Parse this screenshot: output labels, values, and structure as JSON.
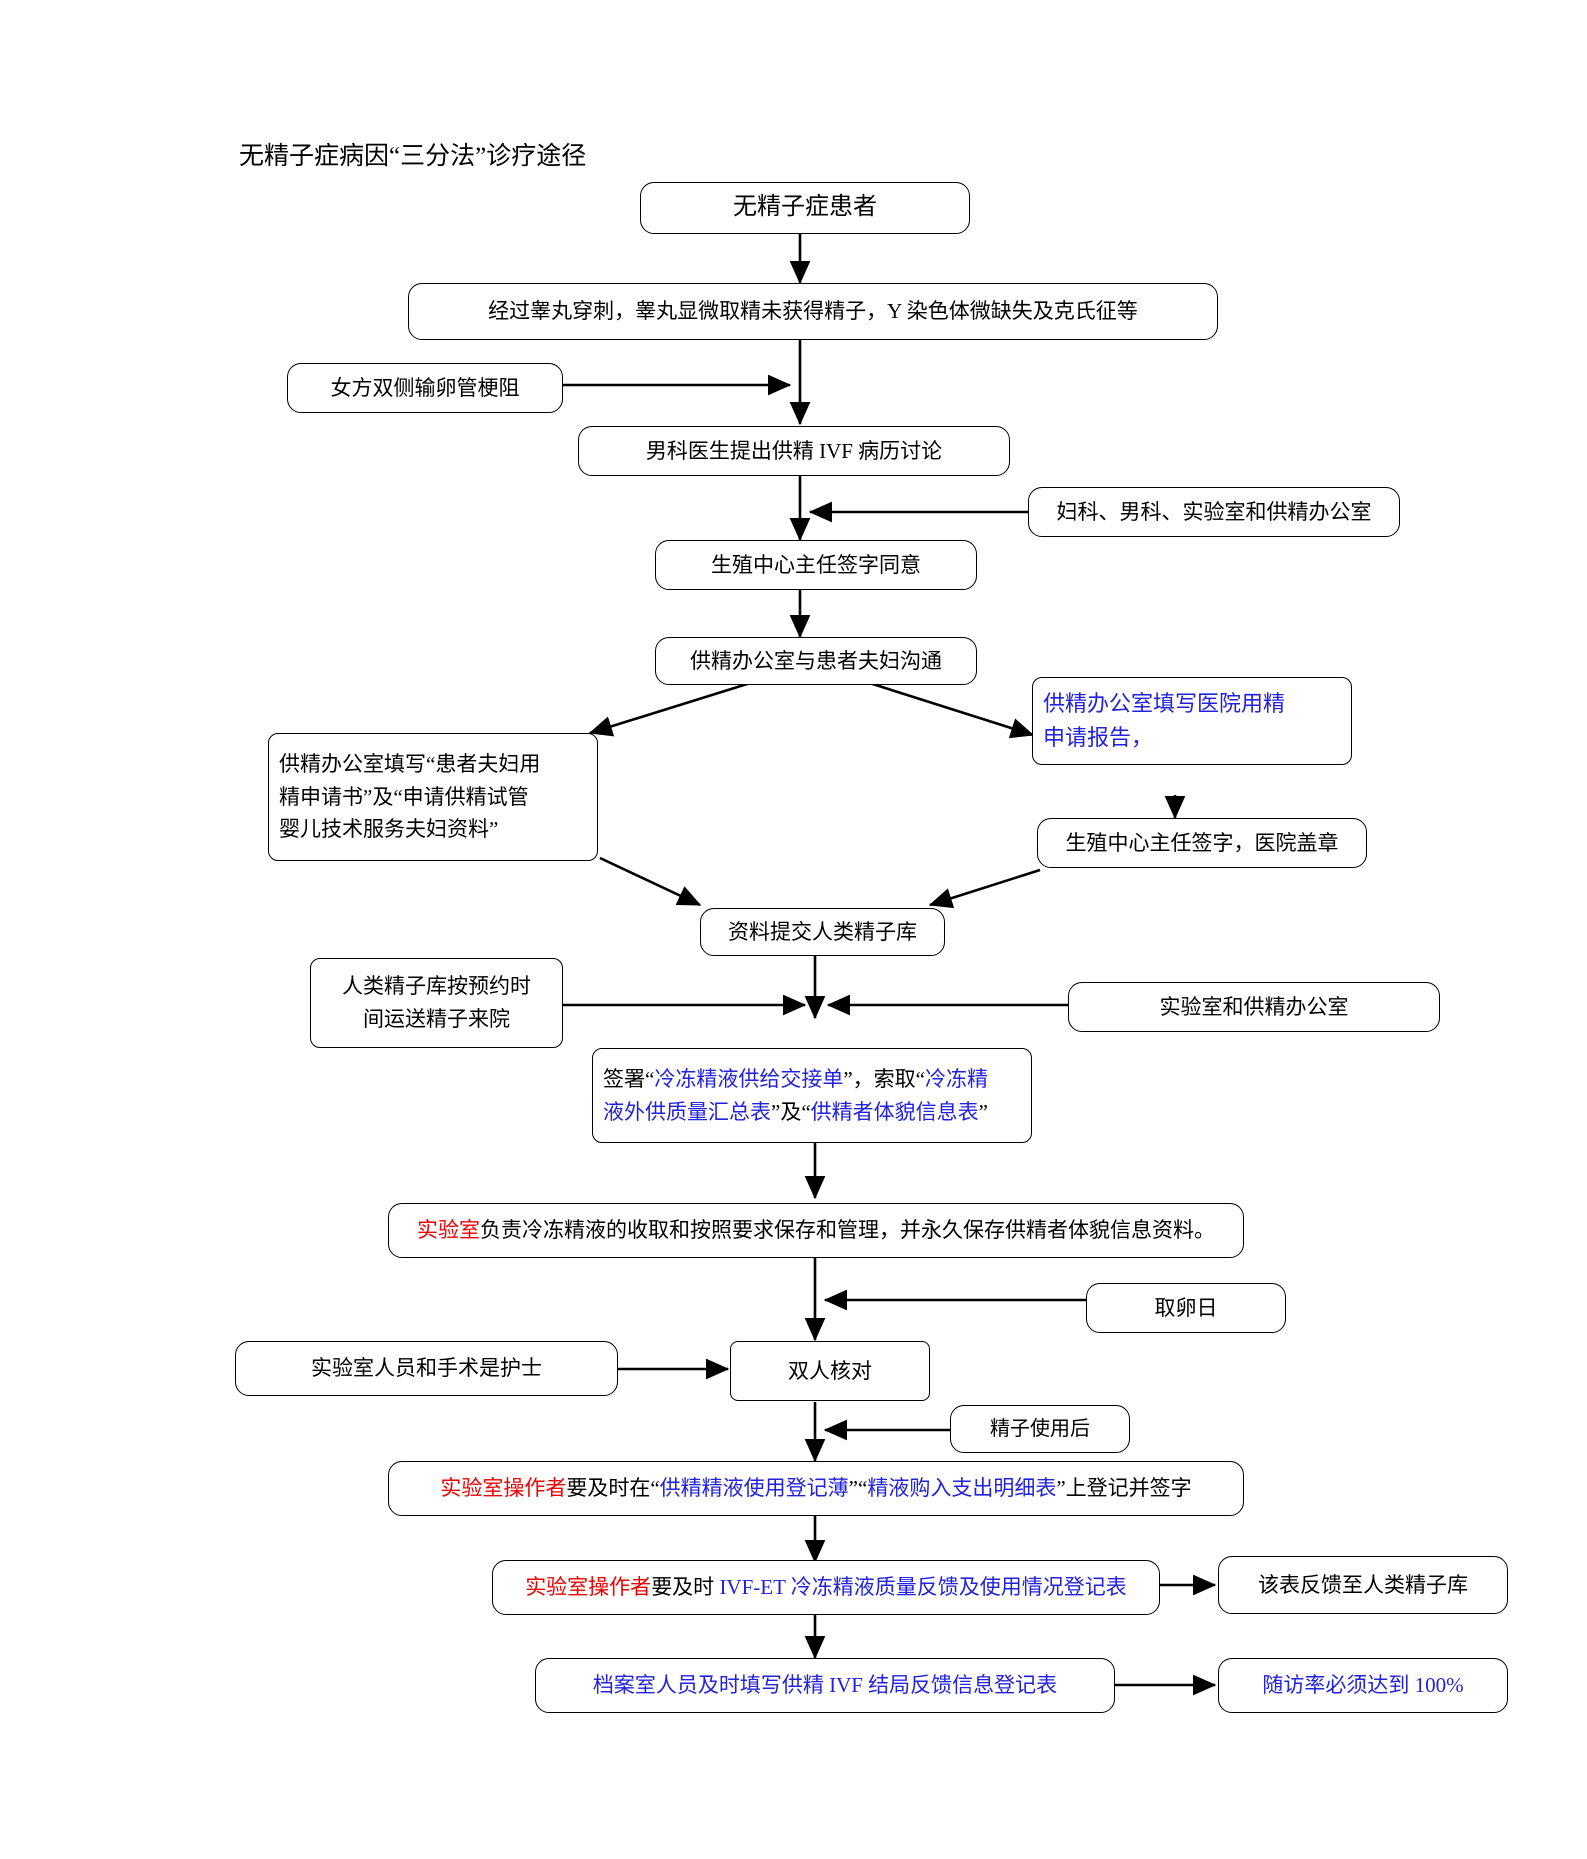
{
  "title": "无精子症病因“三分法”诊疗途径",
  "colors": {
    "line": "#000000",
    "blue_text": "#2222dd",
    "red_text": "#ee0000",
    "box_fill": "#ffffff"
  },
  "nodes": {
    "patient": {
      "label": "无精子症患者"
    },
    "exam": {
      "label": "经过睾丸穿刺，睾丸显微取精未获得精子，Y 染色体微缺失及克氏征等"
    },
    "female_tubal": {
      "label": "女方双侧输卵管梗阻"
    },
    "case_discussion": {
      "label": "男科医生提出供精 IVF 病历讨论"
    },
    "departments": {
      "label": "妇科、男科、实验室和供精办公室"
    },
    "director_sign": {
      "label": "生殖中心主任签字同意"
    },
    "office_couple": {
      "label": "供精办公室与患者夫妇沟通"
    },
    "hospital_report": {
      "label": "供精办公室填写医院用精\n申请报告，"
    },
    "couple_forms": {
      "line1": "供精办公室填写“患者夫妇用",
      "line2": "精申请书”及“申请供精试管",
      "line3": "婴儿技术服务夫妇资料”"
    },
    "director_stamp": {
      "label": "生殖中心主任签字，医院盖章"
    },
    "submit_bank": {
      "label": "资料提交人类精子库"
    },
    "bank_transport": {
      "label": "人类精子库按预约时\n间运送精子来院"
    },
    "lab_office": {
      "label": "实验室和供精办公室"
    },
    "sign_forms": {
      "p1": "签署“",
      "b1": "冷冻精液供给交接单",
      "p2": "”，索取“",
      "b2": "冷冻精",
      "b3": "液外供质量汇总表",
      "p3": "”及“",
      "b4": "供精者体貌信息表",
      "p4": "”"
    },
    "lab_storage": {
      "red": "实验室",
      "rest": "负责冷冻精液的收取和按照要求保存和管理，并永久保存供精者体貌信息资料。"
    },
    "oocyte_day": {
      "label": "取卵日"
    },
    "lab_staff_nurse": {
      "label": "实验室人员和手术是护士"
    },
    "double_check": {
      "label": "双人核对"
    },
    "after_use": {
      "label": "精子使用后"
    },
    "register_books": {
      "red": "实验室操作者",
      "p1": "要及时在“",
      "b1": "供精精液使用登记薄",
      "p2": "”“",
      "b2": "精液购入支出明细表",
      "p3": "”上登记并签字"
    },
    "quality_feedback": {
      "red": "实验室操作者",
      "p1": "要及时 ",
      "b1": "IVF-ET 冷冻精液质量反馈及使用情况登记表"
    },
    "feedback_to_bank": {
      "label": "该表反馈至人类精子库"
    },
    "archive_form": {
      "label": "档案室人员及时填写供精 IVF 结局反馈信息登记表"
    },
    "followup_rate": {
      "label": "随访率必须达到 100%"
    }
  },
  "edges": [
    {
      "name": "patient-to-exam",
      "from": "patient",
      "to": "exam"
    },
    {
      "name": "exam-to-case-discussion",
      "from": "exam",
      "to": "case_discussion"
    },
    {
      "name": "female-tubal-to-trunk",
      "from": "female_tubal",
      "to": "case_discussion"
    },
    {
      "name": "case-discussion-to-director-sign",
      "from": "case_discussion",
      "to": "director_sign"
    },
    {
      "name": "departments-to-trunk",
      "from": "departments",
      "to": "director_sign"
    },
    {
      "name": "director-sign-to-office-couple",
      "from": "director_sign",
      "to": "office_couple"
    },
    {
      "name": "office-couple-to-couple-forms",
      "from": "office_couple",
      "to": "couple_forms"
    },
    {
      "name": "office-couple-to-hospital-report",
      "from": "office_couple",
      "to": "hospital_report"
    },
    {
      "name": "hospital-report-to-director-stamp",
      "from": "hospital_report",
      "to": "director_stamp"
    },
    {
      "name": "couple-forms-to-submit-bank",
      "from": "couple_forms",
      "to": "submit_bank"
    },
    {
      "name": "director-stamp-to-submit-bank",
      "from": "director_stamp",
      "to": "submit_bank"
    },
    {
      "name": "submit-bank-to-sign-forms",
      "from": "submit_bank",
      "to": "sign_forms"
    },
    {
      "name": "bank-transport-to-trunk",
      "from": "bank_transport",
      "to": "sign_forms"
    },
    {
      "name": "lab-office-to-trunk",
      "from": "lab_office",
      "to": "sign_forms"
    },
    {
      "name": "sign-forms-to-lab-storage",
      "from": "sign_forms",
      "to": "lab_storage"
    },
    {
      "name": "lab-storage-to-double-check",
      "from": "lab_storage",
      "to": "double_check"
    },
    {
      "name": "oocyte-day-to-double-check",
      "from": "oocyte_day",
      "to": "double_check"
    },
    {
      "name": "lab-staff-to-double-check",
      "from": "lab_staff_nurse",
      "to": "double_check"
    },
    {
      "name": "after-use-to-trunk",
      "from": "after_use",
      "to": "register_books"
    },
    {
      "name": "double-check-to-register-books",
      "from": "double_check",
      "to": "register_books"
    },
    {
      "name": "register-books-to-quality-feedback",
      "from": "register_books",
      "to": "quality_feedback"
    },
    {
      "name": "quality-feedback-to-feedback-bank",
      "from": "quality_feedback",
      "to": "feedback_to_bank"
    },
    {
      "name": "quality-feedback-to-archive-form",
      "from": "quality_feedback",
      "to": "archive_form"
    },
    {
      "name": "archive-form-to-followup",
      "from": "archive_form",
      "to": "followup_rate"
    }
  ]
}
